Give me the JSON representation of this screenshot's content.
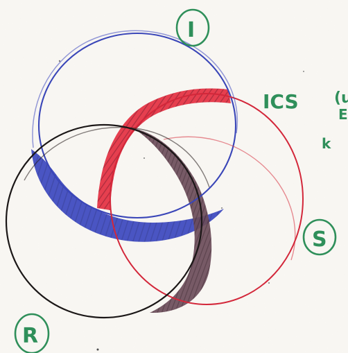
{
  "labels": {
    "top": "I",
    "right": "S",
    "bottom_left": "R",
    "side_main": "ICS",
    "side_partial_1": "(u",
    "side_partial_2": "E",
    "side_partial_3": "k"
  },
  "colors": {
    "paper": "#f8f6f2",
    "blue": "#3a46b8",
    "red": "#d3273a",
    "black": "#1b1717",
    "brown": "#5b3f4a",
    "green": "#2f8f5a"
  }
}
